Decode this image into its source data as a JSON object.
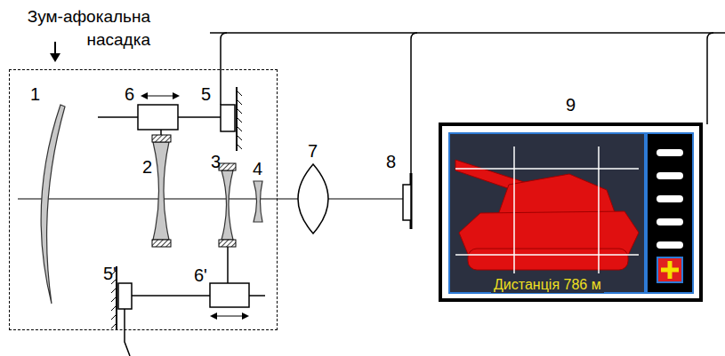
{
  "diagram": {
    "nodes": [
      {
        "text": [
          "Зум-афокальна насадка"
        ]
      },
      {
        "text": [
          "Дистанція 786 м"
        ]
      }
    ],
    "labels": [
      "1",
      "6",
      "5",
      "2",
      "3",
      "4",
      "7",
      "8",
      "9",
      "5'",
      "6'"
    ]
  }
}
